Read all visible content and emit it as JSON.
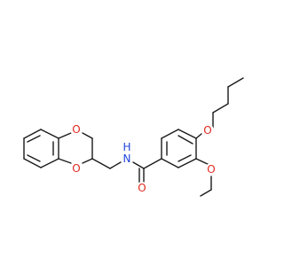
{
  "molecule": {
    "colors": {
      "bond": "#1a1a1a",
      "oxygen": "#e0281f",
      "nitrogen": "#2244dd",
      "background": "#ffffff"
    },
    "atom_labels": {
      "o_butoxy": "O",
      "o_methoxy": "O",
      "o_carbonyl": "O",
      "n_amide": "N",
      "h_amide": "H",
      "o_dioxane_top": "O",
      "o_dioxane_bottom": "O"
    }
  }
}
